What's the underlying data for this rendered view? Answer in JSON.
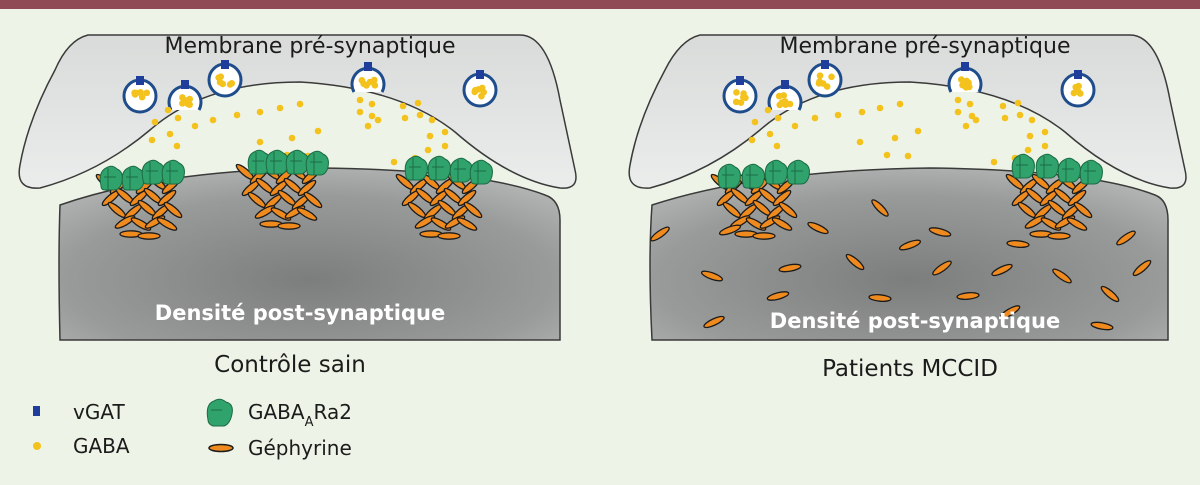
{
  "panels": [
    {
      "presynaptic_label": "Membrane pré-synaptique",
      "postsynaptic_label": "Densité post-synaptique",
      "caption": "Contrôle sain"
    },
    {
      "presynaptic_label": "Membrane pré-synaptique",
      "postsynaptic_label": "Densité post-synaptique",
      "caption": "Patients MCCID"
    }
  ],
  "legend": {
    "vgat": "vGAT",
    "gaba": "GABA",
    "receptor_main": "GABA",
    "receptor_sub": "A",
    "receptor_suffix": "Ra2",
    "gephyrin": "Géphyrine"
  },
  "colors": {
    "top_bar": "#8f4a55",
    "background": "#eef3e7",
    "presynaptic": "#e4e6e5",
    "postsynaptic": "#8d8f8e",
    "gaba": "#f4c21c",
    "vgat": "#1f3e9c",
    "receptor": "#2fa36b",
    "gephyrin": "#ef8a1f"
  }
}
